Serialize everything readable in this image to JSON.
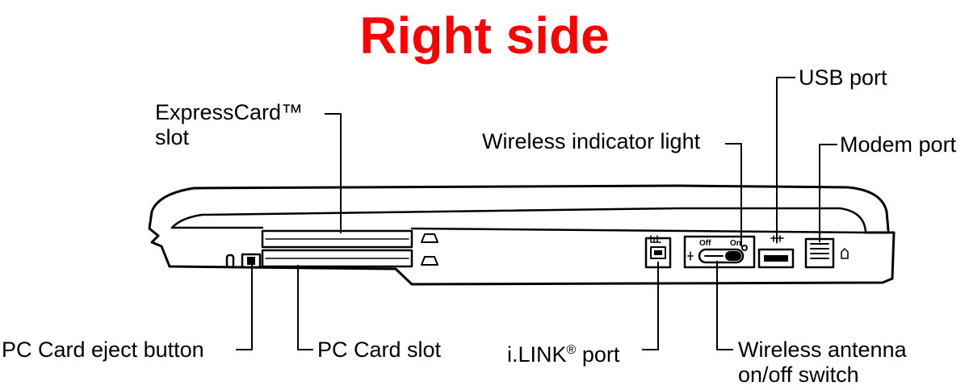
{
  "title": "Right side",
  "title_color": "#ff0000",
  "labels": {
    "expresscard_line1": "ExpressCard™",
    "expresscard_line2": "slot",
    "wireless_indicator": "Wireless indicator light",
    "usb_port": "USB port",
    "modem_port": "Modem port",
    "pc_card_eject": "PC Card eject button",
    "pc_card_slot": "PC Card slot",
    "ilink_main": "i.LINK",
    "ilink_reg": "®",
    "ilink_suffix": " port",
    "wireless_switch_line1": "Wireless antenna",
    "wireless_switch_line2": "on/off switch"
  },
  "switch": {
    "off_label": "Off",
    "on_label": "On"
  },
  "icons": {
    "expresscard_slot": "card-slot-icon",
    "pc_card_slot": "card-slot-icon",
    "ilink_port": "ilink-icon",
    "usb": "usb-icon",
    "modem": "phone-jack-icon",
    "wireless": "antenna-icon"
  }
}
